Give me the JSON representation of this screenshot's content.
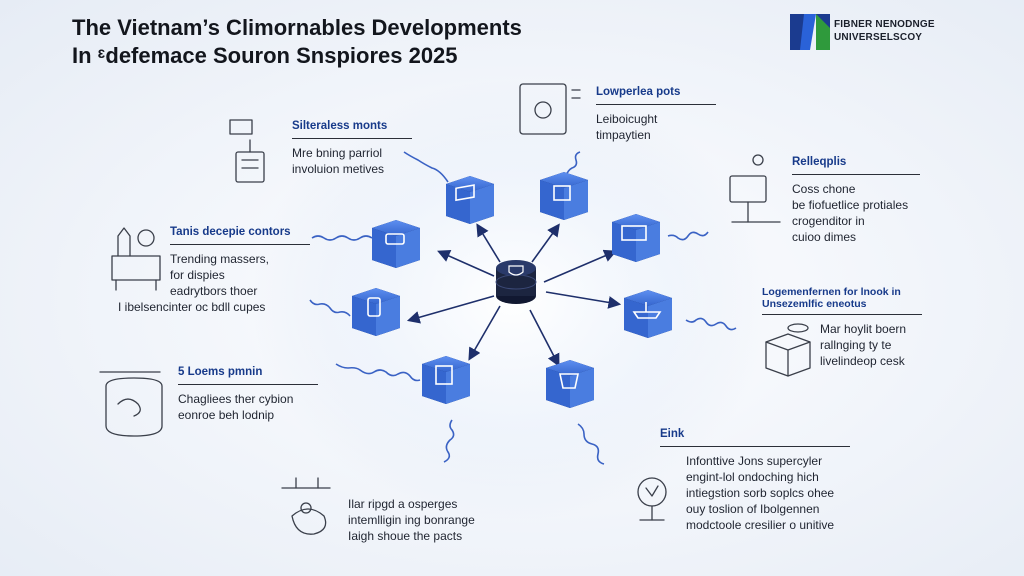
{
  "header": {
    "title_line1": "The Vietnam’s Climornables Developments",
    "title_line2": "In ᵋdefemace Souron Snspiores 2025",
    "logo_line1": "FIBNER NENODNGE",
    "logo_line2": "UNIVERSELSCOY",
    "logo_icon": "brand-logo-icon"
  },
  "colors": {
    "node_blue": "#3b6fd4",
    "node_dark": "#1e2f6b",
    "hub_dark": "#1c2540",
    "wire_blue": "#3a62c4",
    "heading_blue": "#173a8a"
  },
  "labels": {
    "top_center": {
      "head": "Silteraless monts",
      "lines": [
        "Mre bning parriol",
        "involuion metives"
      ]
    },
    "left_upper": {
      "head": "Tanis decepie contors",
      "lines": [
        "Trending massers,",
        "for dispies",
        "eadrytbors thoer",
        "I ibelsencinter oc bdll cupes"
      ]
    },
    "left_lower": {
      "head": "5 Loems pmnin",
      "lines": [
        "Chagliees ther cybion",
        "eonroe beh lodnip"
      ]
    },
    "bottom_center": {
      "lines": [
        "Ilar ripgd a osperges",
        "intemlligin ing bonrange",
        "Iaigh shoue the pacts"
      ]
    },
    "top_right": {
      "head": "Lowperlea pots",
      "lines": [
        "Leiboicught",
        "timpaytien"
      ]
    },
    "right_upper": {
      "head": "Relleqplis",
      "lines": [
        "Coss chone",
        "be fiofuetlice protiales",
        "crogenditor in",
        "cuioo dimes"
      ]
    },
    "right_middle": {
      "head": "Logemenfernen for lnook in Unsezemlfic eneotus",
      "lines": [
        "Mar hoylit boern",
        "rallnging ty te",
        "livelindeop cesk"
      ]
    },
    "bottom_right": {
      "head": "Eink",
      "lines": [
        "Infonttive Jons supercyler",
        "engint-lol ondoching hich",
        "intiegstion sorb soplcs ohee",
        "ouy toslion of Ibolgennen",
        "modctoole cresilier o unitive"
      ]
    }
  }
}
